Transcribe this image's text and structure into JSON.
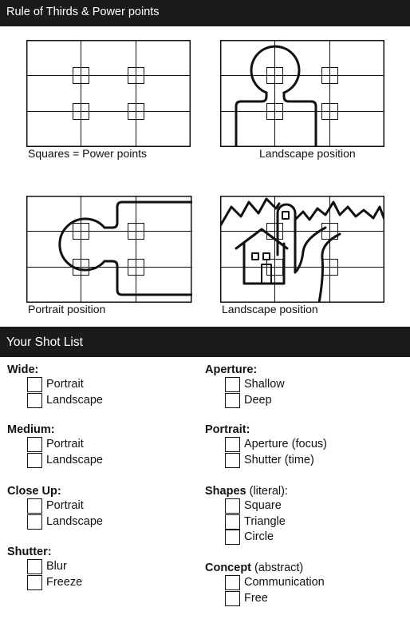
{
  "header": {
    "title": "Rule of Thirds & Power points"
  },
  "diagrams": [
    {
      "caption": "Squares = Power points"
    },
    {
      "caption": "Landscape position"
    },
    {
      "caption": "Portrait position"
    },
    {
      "caption": "Landscape position"
    }
  ],
  "shotlist": {
    "title": "Your Shot List",
    "groups": [
      {
        "title": "Wide:",
        "items": [
          "Portrait",
          "Landscape"
        ]
      },
      {
        "title": "Medium:",
        "items": [
          "Portrait",
          "Landscape"
        ]
      },
      {
        "title": "Close Up:",
        "items": [
          "Portrait",
          "Landscape"
        ]
      },
      {
        "title": "Shutter:",
        "items": [
          "Blur",
          "Freeze"
        ]
      },
      {
        "title": "Aperture:",
        "items": [
          "Shallow",
          "Deep"
        ]
      },
      {
        "title": "Portrait:",
        "items": [
          "Aperture (focus)",
          "Shutter (time)"
        ]
      },
      {
        "title": "Shapes",
        "title_suffix": " (literal):",
        "items": [
          "Square",
          "Triangle",
          "Circle"
        ]
      },
      {
        "title": "Concept",
        "title_suffix": " (abstract)",
        "items": [
          "Communication",
          "Free"
        ]
      }
    ]
  }
}
